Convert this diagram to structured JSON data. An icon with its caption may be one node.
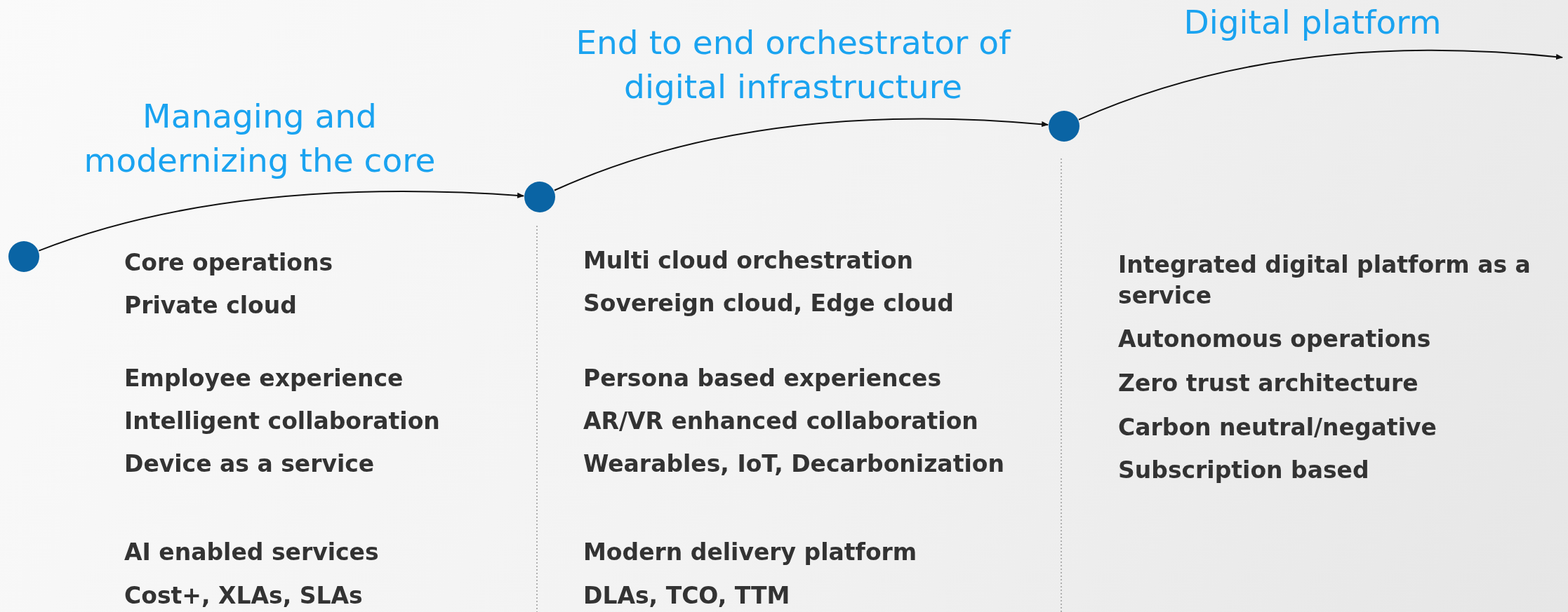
{
  "diagram": {
    "nodes": [
      {
        "text": [],
        "shape": "circle"
      },
      {
        "text": [],
        "shape": "circle"
      },
      {
        "text": [],
        "shape": "circle"
      }
    ],
    "edges": [
      {
        "from": 0,
        "to": 1,
        "arrow": "to"
      },
      {
        "from": 1,
        "to": 2,
        "arrow": "to"
      },
      {
        "from": 2,
        "to": null,
        "arrow": "to"
      }
    ],
    "labels": [
      "Managing and modernizing the core",
      "End to end orchestrator of digital infrastructure",
      "Digital platform",
      "Core operations",
      "Private cloud",
      "Employee experience",
      "Intelligent collaboration",
      "Device as a service",
      "AI enabled services",
      "Cost+, XLAs, SLAs",
      "Multi cloud orchestration",
      "Sovereign cloud, Edge cloud",
      "Persona based experiences",
      "AR/VR enhanced collaboration",
      "Wearables, IoT, Decarbonization",
      "Modern delivery platform",
      "DLAs, TCO, TTM",
      "Integrated digital platform as a service",
      "Autonomous operations",
      "Zero trust architecture",
      "Carbon neutral/negative",
      "Subscription based"
    ]
  }
}
